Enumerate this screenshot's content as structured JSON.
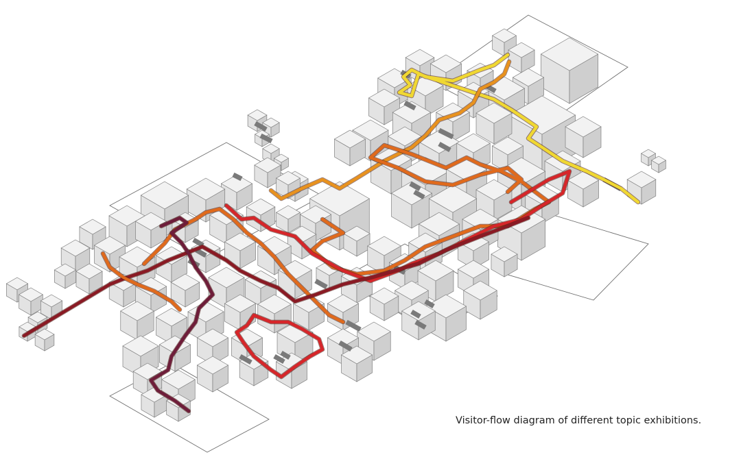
{
  "caption": "Visitor-flow diagram of different topic exhibitions.",
  "colors": {
    "background": "#ffffff",
    "block_top": "#f2f2f2",
    "block_left": "#e3e3e3",
    "block_right": "#cfcfcf",
    "block_edge": "#7e7e7e",
    "connector": "#7a7a7a",
    "floor_outline": "#6f6f6f"
  },
  "paths": [
    {
      "id": "yellow",
      "color": "#f0d832"
    },
    {
      "id": "orange",
      "color": "#e8921e"
    },
    {
      "id": "light-orange",
      "color": "#e06a1c"
    },
    {
      "id": "red",
      "color": "#d6262a"
    },
    {
      "id": "dark-red",
      "color": "#8a1a24"
    },
    {
      "id": "maroon",
      "color": "#6e1d3a"
    }
  ]
}
